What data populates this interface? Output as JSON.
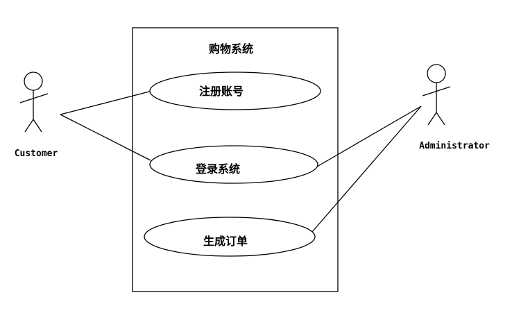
{
  "system": {
    "title": "购物系统"
  },
  "use_cases": [
    {
      "label": "注册账号"
    },
    {
      "label": "登录系统"
    },
    {
      "label": "生成订单"
    }
  ],
  "actors": [
    {
      "label": "Customer"
    },
    {
      "label": "Administrator"
    }
  ],
  "associations": [
    {
      "actor": "Customer",
      "use_case": "注册账号"
    },
    {
      "actor": "Customer",
      "use_case": "登录系统"
    },
    {
      "actor": "Administrator",
      "use_case": "登录系统"
    },
    {
      "actor": "Administrator",
      "use_case": "生成订单"
    }
  ]
}
